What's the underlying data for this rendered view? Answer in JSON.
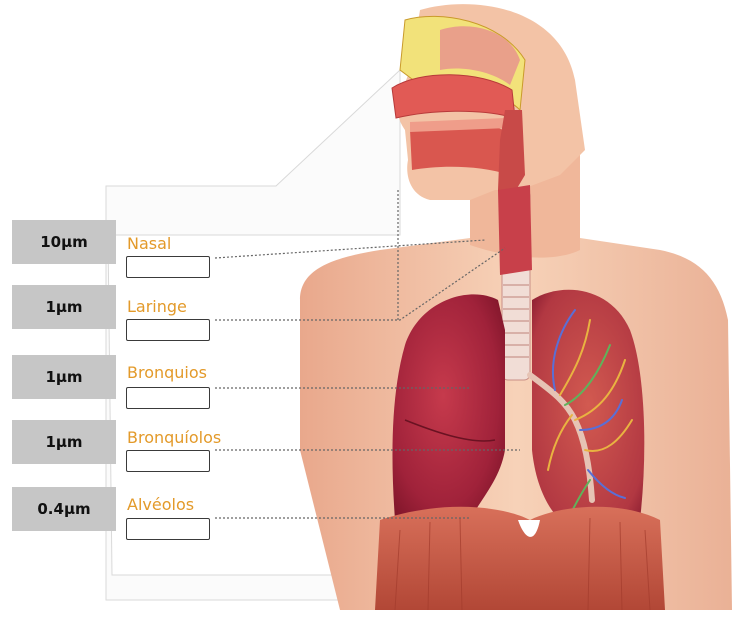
{
  "diagram": {
    "rows": [
      {
        "size": "10µm",
        "region": "Nasal"
      },
      {
        "size": "1µm",
        "region": "Laringe"
      },
      {
        "size": "1µm",
        "region": "Bronquios"
      },
      {
        "size": "1µm",
        "region": "Bronquíolos"
      },
      {
        "size": "0.4µm",
        "region": "Alvéolos"
      }
    ],
    "colors": {
      "badge": "#c6c6c6",
      "label": "#e39a2a",
      "skin": "#f3c5a6",
      "lung": "#a8243a",
      "muscle": "#d4604e",
      "sinus": "#f2e27a"
    }
  }
}
